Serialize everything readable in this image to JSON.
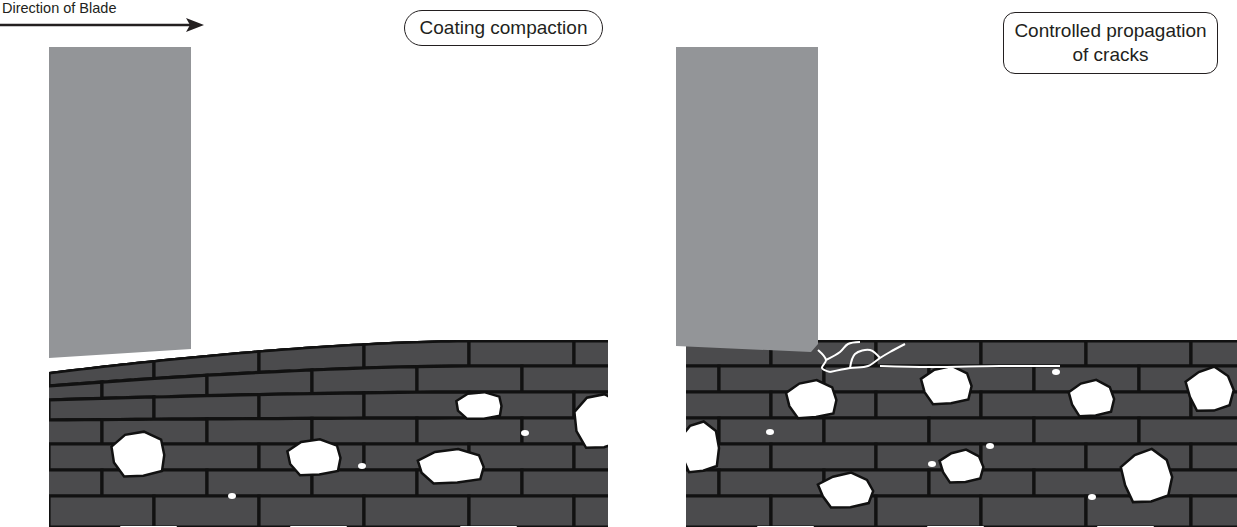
{
  "diagram": {
    "nodes": [
      {
        "text": [
          "Coating compaction"
        ]
      },
      {
        "text": [
          "Controlled propagation of cracks"
        ]
      }
    ],
    "labels": [
      "Direction of Blade"
    ]
  }
}
